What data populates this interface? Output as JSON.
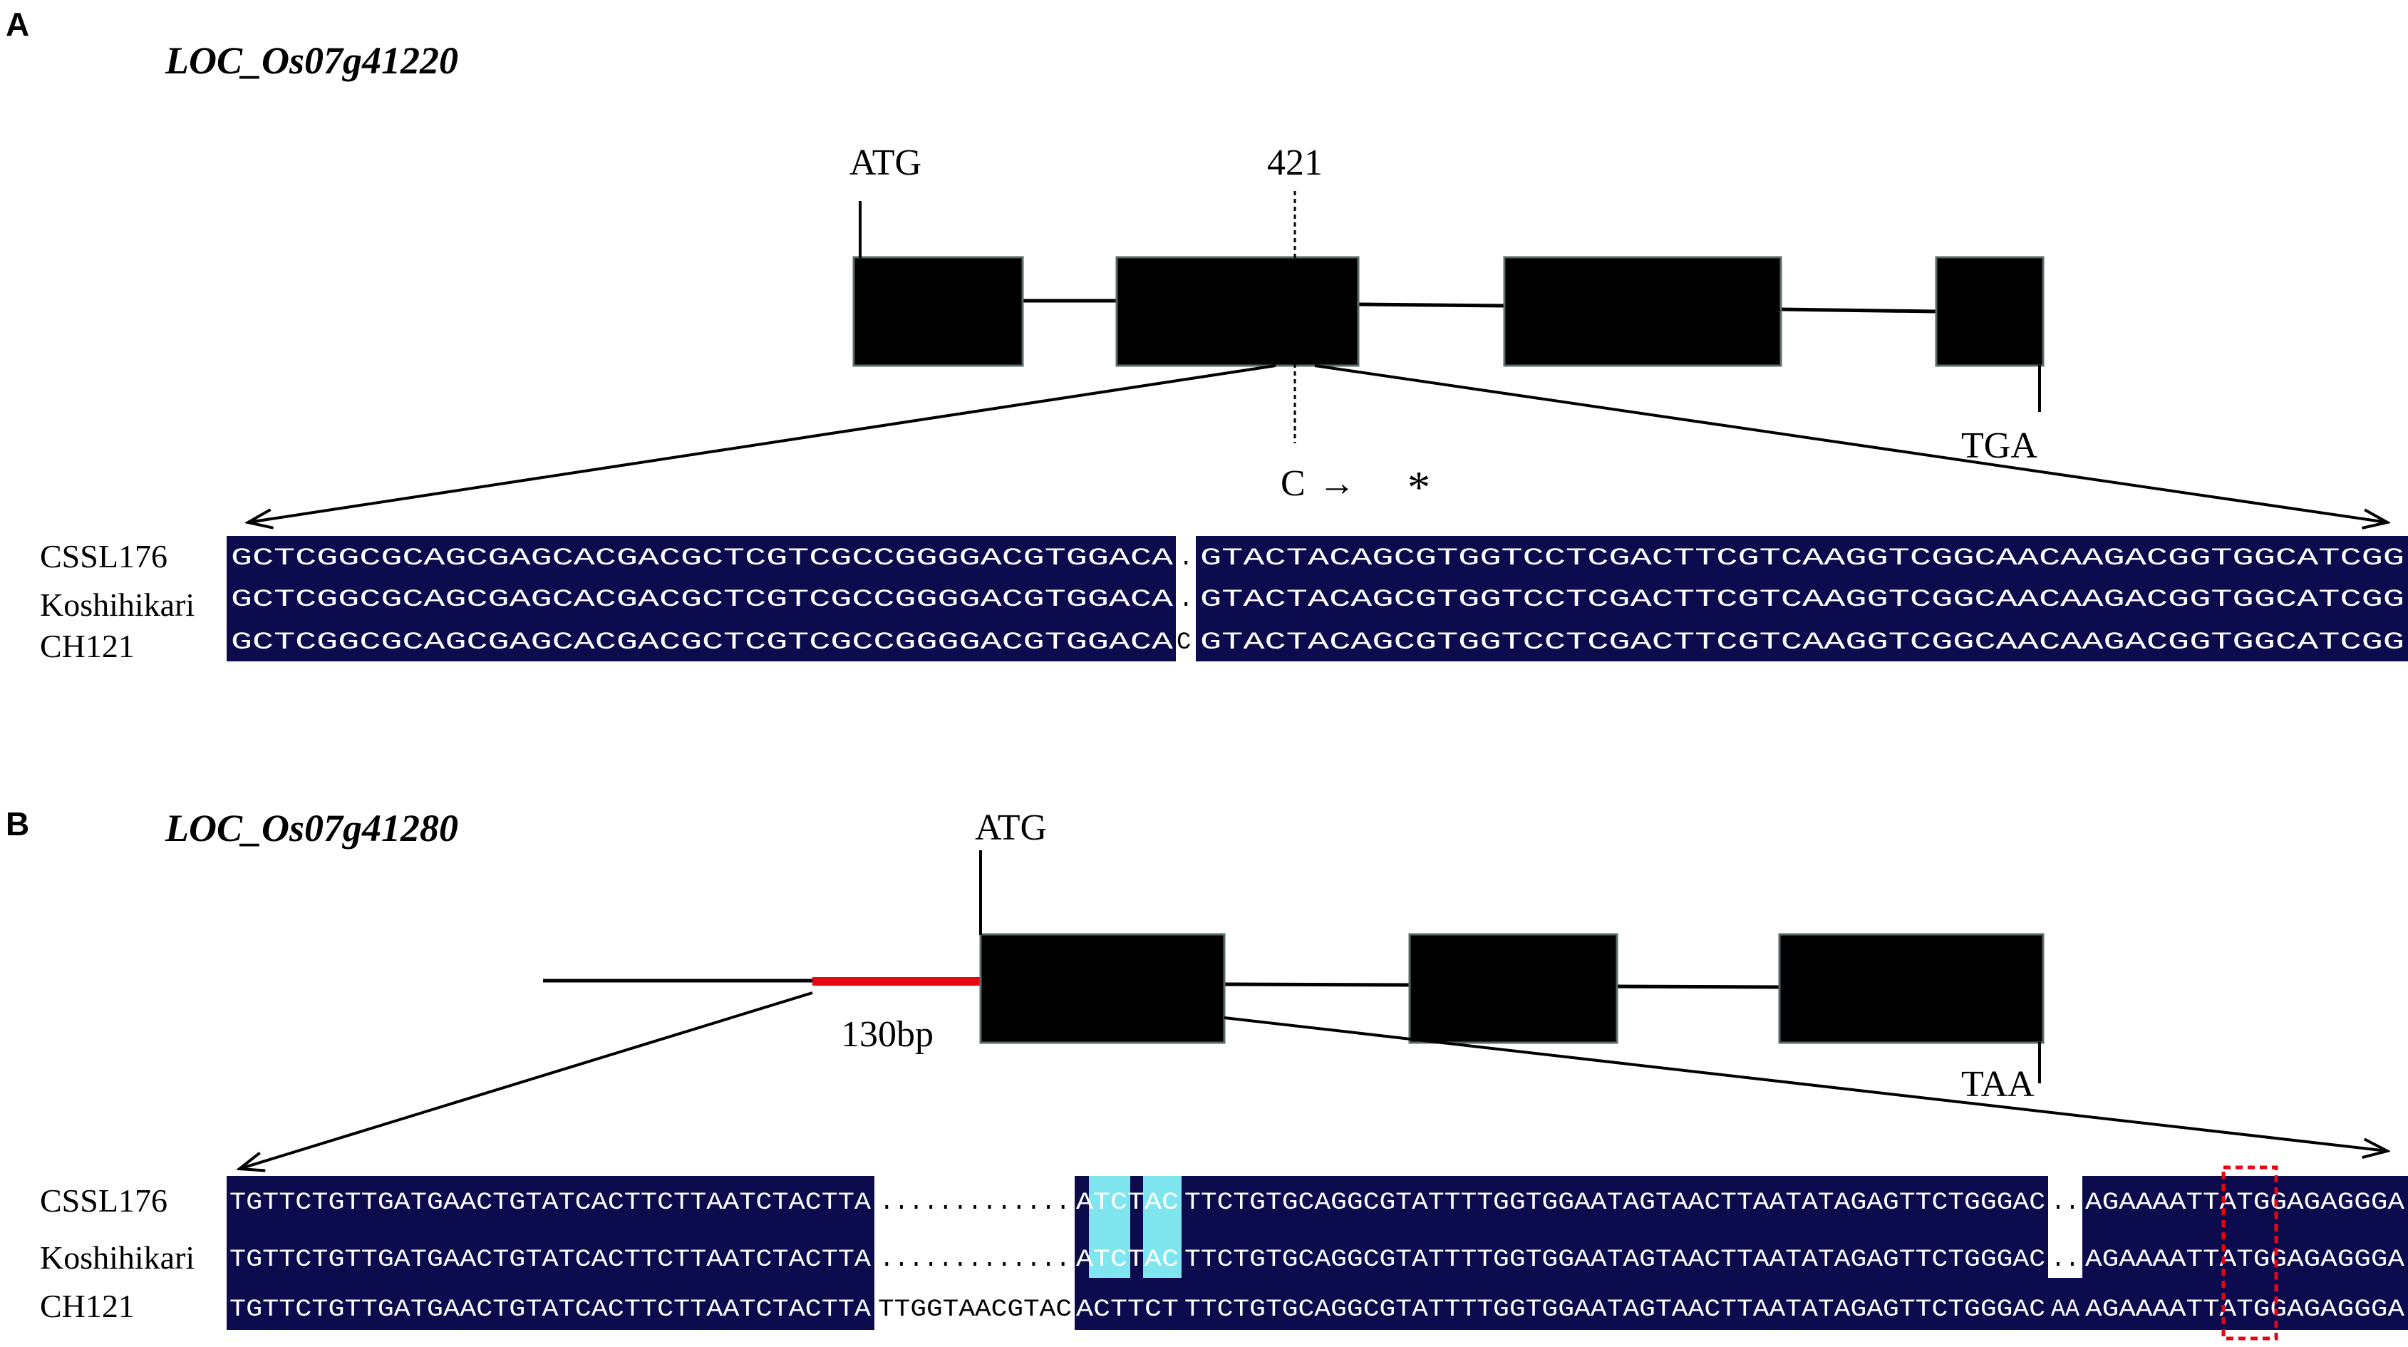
{
  "colors": {
    "alignment_bg": "#0b0b4e",
    "alignment_text": "#ffffff",
    "unaligned_text": "#000000",
    "highlight_bg": "#7fe6f0",
    "exon_fill": "#000000",
    "promoter_red": "#e30613",
    "dashed_box": "#e30613"
  },
  "panelA": {
    "letter": "A",
    "gene": "LOC_Os07g41220",
    "start_codon": "ATG",
    "stop_codon": "TGA",
    "position": "421",
    "mutation": "C",
    "mutation_arrow": "→",
    "mutation_result": "*",
    "samples": [
      "CSSL176",
      "Koshihikari",
      "CH121"
    ],
    "seq_left": "GCTCGGCGCAGCGAGCACGACGCTCGTCGCCGGGGACGTGGACA",
    "seq_right": "GTACTACAGCGTGGTCCTCGACTTCGTCAAGGTCGGCAACAAGACGGTGGCATCGG",
    "gap_chars": [
      ".",
      ".",
      "C"
    ]
  },
  "panelB": {
    "letter": "B",
    "gene": "LOC_Os07g41280",
    "start_codon": "ATG",
    "stop_codon": "TAA",
    "promoter_label": "130bp",
    "samples": [
      "CSSL176",
      "Koshihikari",
      "CH121"
    ],
    "seq1": "TGTTCTGTTGATGAACTGTATCACTTCTTAATCTACTTA",
    "gap1": [
      ".............",
      ".............",
      "TTGGTAACGTAC"
    ],
    "seq2": [
      "ATCTAC",
      "ATCTAC",
      "ACTTCT"
    ],
    "seq3": "TTCTGTGCAGGCGTATTTTGGTGGAATAGTAACTTAATATAGAGTTCTGGGAC",
    "gap2": [
      "..",
      "..",
      "AA"
    ],
    "seq4": "AGAAAATTATGGAGAGGGA"
  }
}
